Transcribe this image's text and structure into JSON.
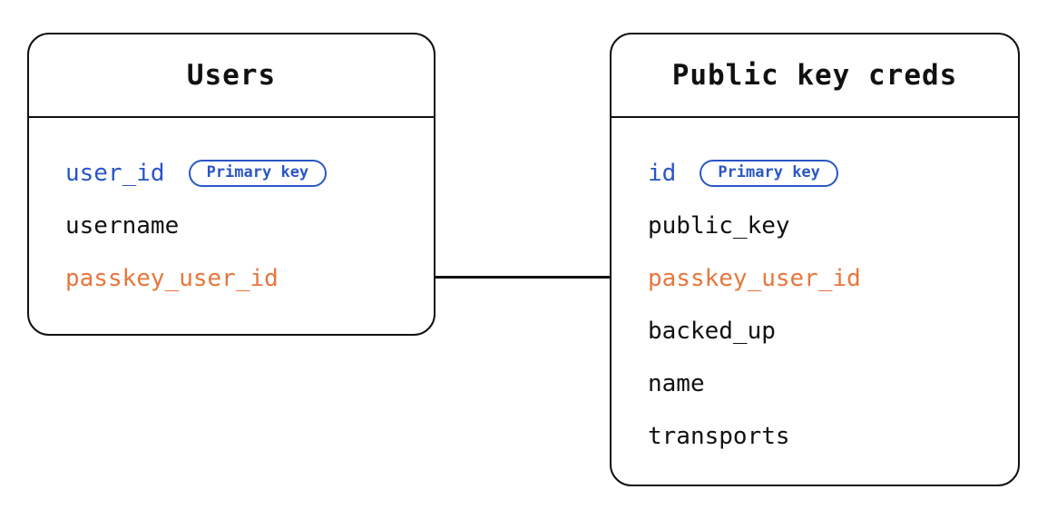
{
  "diagram": {
    "tables": [
      {
        "title": "Users",
        "fields": [
          {
            "name": "user_id",
            "badge": "Primary key"
          },
          {
            "name": "username"
          },
          {
            "name": "passkey_user_id"
          }
        ]
      },
      {
        "title": "Public key creds",
        "fields": [
          {
            "name": "id",
            "badge": "Primary key"
          },
          {
            "name": "public_key"
          },
          {
            "name": "passkey_user_id"
          },
          {
            "name": "backed_up"
          },
          {
            "name": "name"
          },
          {
            "name": "transports"
          }
        ]
      }
    ],
    "relationship": {
      "from_table": "Users",
      "from_field": "passkey_user_id",
      "to_table": "Public key creds",
      "to_field": "passkey_user_id"
    }
  },
  "colors": {
    "blue": "#2a56c6",
    "orange": "#e8763d",
    "ink": "#111111"
  }
}
